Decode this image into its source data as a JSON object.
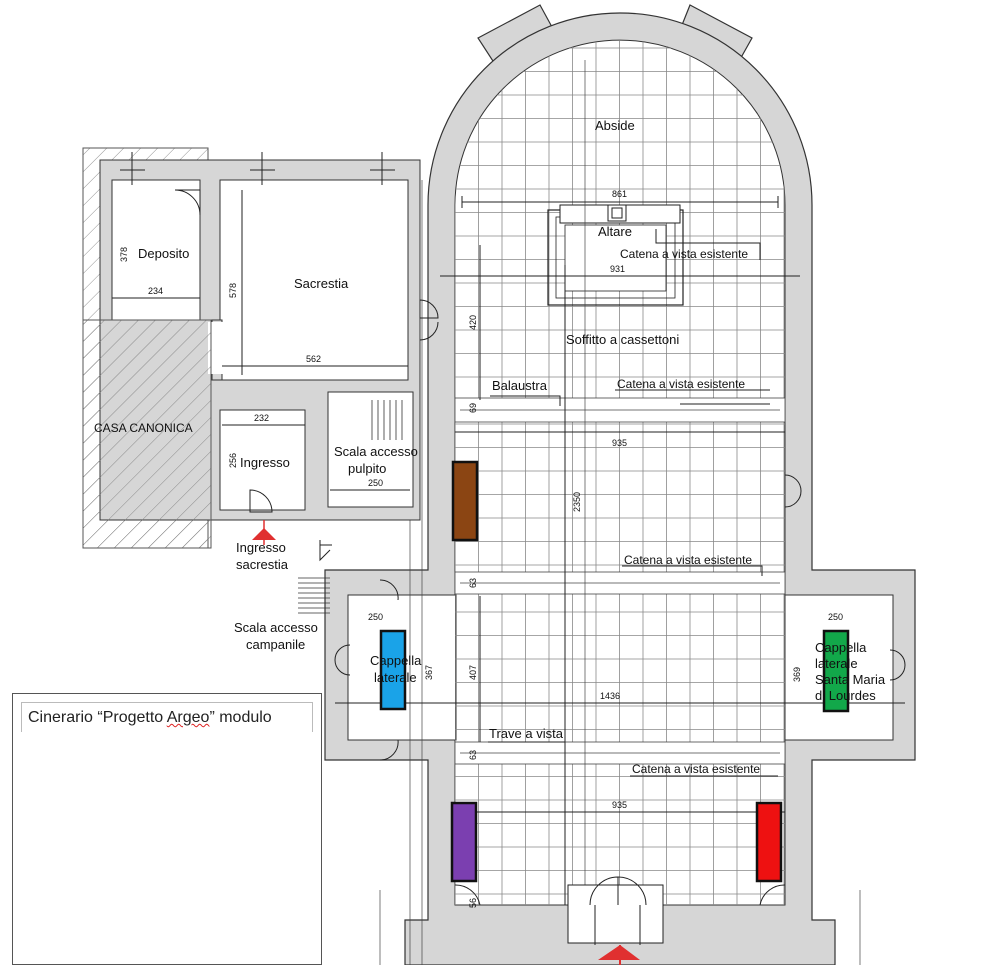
{
  "rooms": {
    "abside": "Abside",
    "altare": "Altare",
    "soffitto": "Soffitto a cassettoni",
    "deposito": "Deposito",
    "sacrestia": "Sacrestia",
    "casa_canonica": "CASA CANONICA",
    "ingresso": "Ingresso",
    "scala_pulpito_1": "Scala accesso",
    "scala_pulpito_2": "pulpito",
    "ingresso_sacrestia_1": "Ingresso",
    "ingresso_sacrestia_2": "sacrestia",
    "scala_campanile_1": "Scala accesso",
    "scala_campanile_2": "campanile",
    "balaustra": "Balaustra",
    "trave": "Trave a vista",
    "cappella_left_1": "Cappella",
    "cappella_left_2": "laterale",
    "cappella_right_1": "Cappella",
    "cappella_right_2": "laterale",
    "cappella_right_3": "Santa Maria",
    "cappella_right_4": "di Lourdes"
  },
  "annotations": {
    "catena_1": "Catena a vista esistente",
    "catena_2": "Catena a vista esistente",
    "catena_3": "Catena a vista esistente",
    "catena_4": "Catena a vista esistente"
  },
  "dimensions": {
    "d861": "861",
    "d931": "931",
    "d420": "420",
    "d69": "69",
    "d935a": "935",
    "d2350": "2350",
    "d63a": "63",
    "d407": "407",
    "d1436": "1436",
    "d63b": "63",
    "d935b": "935",
    "d56": "56",
    "d250l": "250",
    "d367": "367",
    "d250r": "250",
    "d369": "369",
    "d378": "378",
    "d234": "234",
    "d578": "578",
    "d562": "562",
    "d232": "232",
    "d256": "256",
    "d250p": "250"
  },
  "markers": [
    {
      "name": "marker-brown",
      "color": "#8b4513"
    },
    {
      "name": "marker-blue",
      "color": "#1aa3e8"
    },
    {
      "name": "marker-green",
      "color": "#12a84a"
    },
    {
      "name": "marker-purple",
      "color": "#7b3fb0"
    },
    {
      "name": "marker-red",
      "color": "#ee1111"
    }
  ],
  "caption": {
    "prefix": "Cinerario “Progetto ",
    "spell": "Argeo",
    "suffix": "” modulo"
  }
}
